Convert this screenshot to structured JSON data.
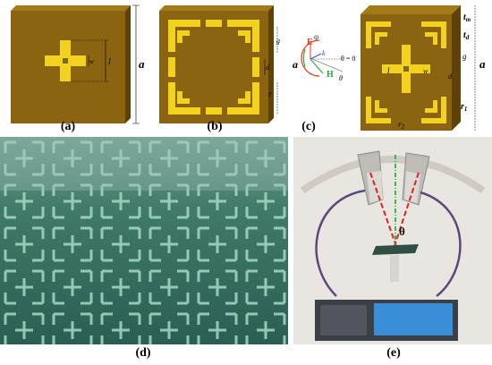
{
  "figure": {
    "panels": [
      {
        "id": "a",
        "label": "(a)",
        "dims": {
          "a": "a",
          "l": "l",
          "w": "w"
        }
      },
      {
        "id": "b",
        "label": "(b)",
        "dims": {
          "g": "g",
          "d": "d",
          "r": "r",
          "a": "a"
        }
      },
      {
        "id": "c",
        "label": "(c)",
        "dims": {
          "a": "a",
          "l": "l",
          "w": "w",
          "g": "g",
          "d": "d",
          "r1": "r",
          "r1_sub": "1",
          "r2": "r",
          "r2_sub": "2",
          "tm": "t",
          "tm_sub": "m",
          "td": "t",
          "td_sub": "d",
          "theta_eq": "θ = 0",
          "theta": "θ",
          "E": "E",
          "H": "H",
          "phi": "φ",
          "k": "k"
        }
      },
      {
        "id": "d",
        "label": "(d)"
      },
      {
        "id": "e",
        "label": "(e)",
        "theta": "θ"
      }
    ],
    "colors": {
      "substrate": "#8a6410",
      "substrate_dark": "#6e4e0a",
      "metal": "#f2d21e",
      "pcb": "#2e6a5c",
      "pcb_pattern": "#8fc7b0"
    }
  }
}
